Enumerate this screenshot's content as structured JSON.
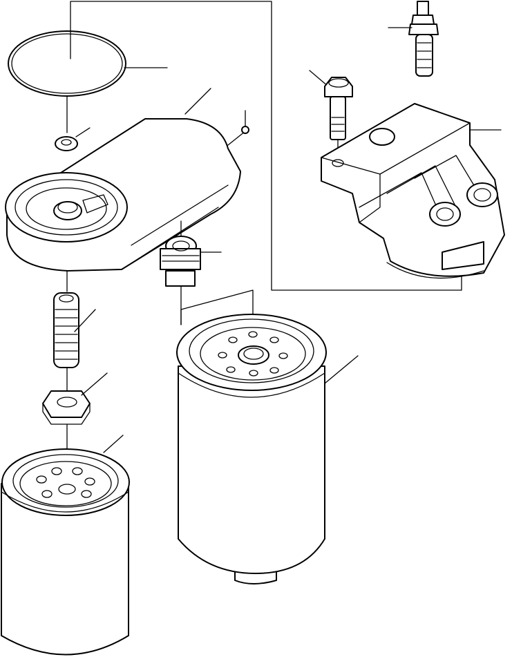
{
  "drawing": {
    "kind": "exploded-parts-diagram",
    "callouts_have_numbers": false,
    "parts": [
      {
        "id": "o-ring-seal"
      },
      {
        "id": "small-washer"
      },
      {
        "id": "filter-head"
      },
      {
        "id": "plug-fitting"
      },
      {
        "id": "threaded-stud"
      },
      {
        "id": "hex-nut"
      },
      {
        "id": "oil-filter-left"
      },
      {
        "id": "fuel-filter-right"
      },
      {
        "id": "mounting-bolt"
      },
      {
        "id": "breather-fitting"
      },
      {
        "id": "mounting-bracket"
      }
    ],
    "colors": {
      "ink": "#000000",
      "paper": "#ffffff"
    }
  }
}
